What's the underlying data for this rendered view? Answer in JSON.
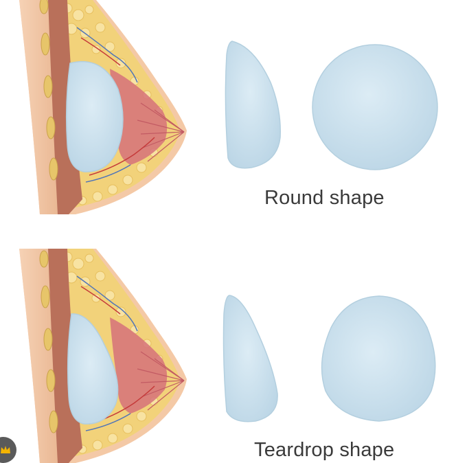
{
  "panels": [
    {
      "caption": "Round shape",
      "implant_shape": "round"
    },
    {
      "caption": "Teardrop shape",
      "implant_shape": "teardrop"
    }
  ],
  "colors": {
    "implant": "#cde3ef",
    "implant_edge": "#b3cfdf",
    "skin": "#f4c9a6",
    "muscle": "#b9705a",
    "fat": "#f2d27a",
    "gland": "#d6727a",
    "caption": "#3a3a3a",
    "badge": "#5a5a5a",
    "crown": "#f4b400"
  },
  "icons": {
    "badge": "crown-icon"
  }
}
